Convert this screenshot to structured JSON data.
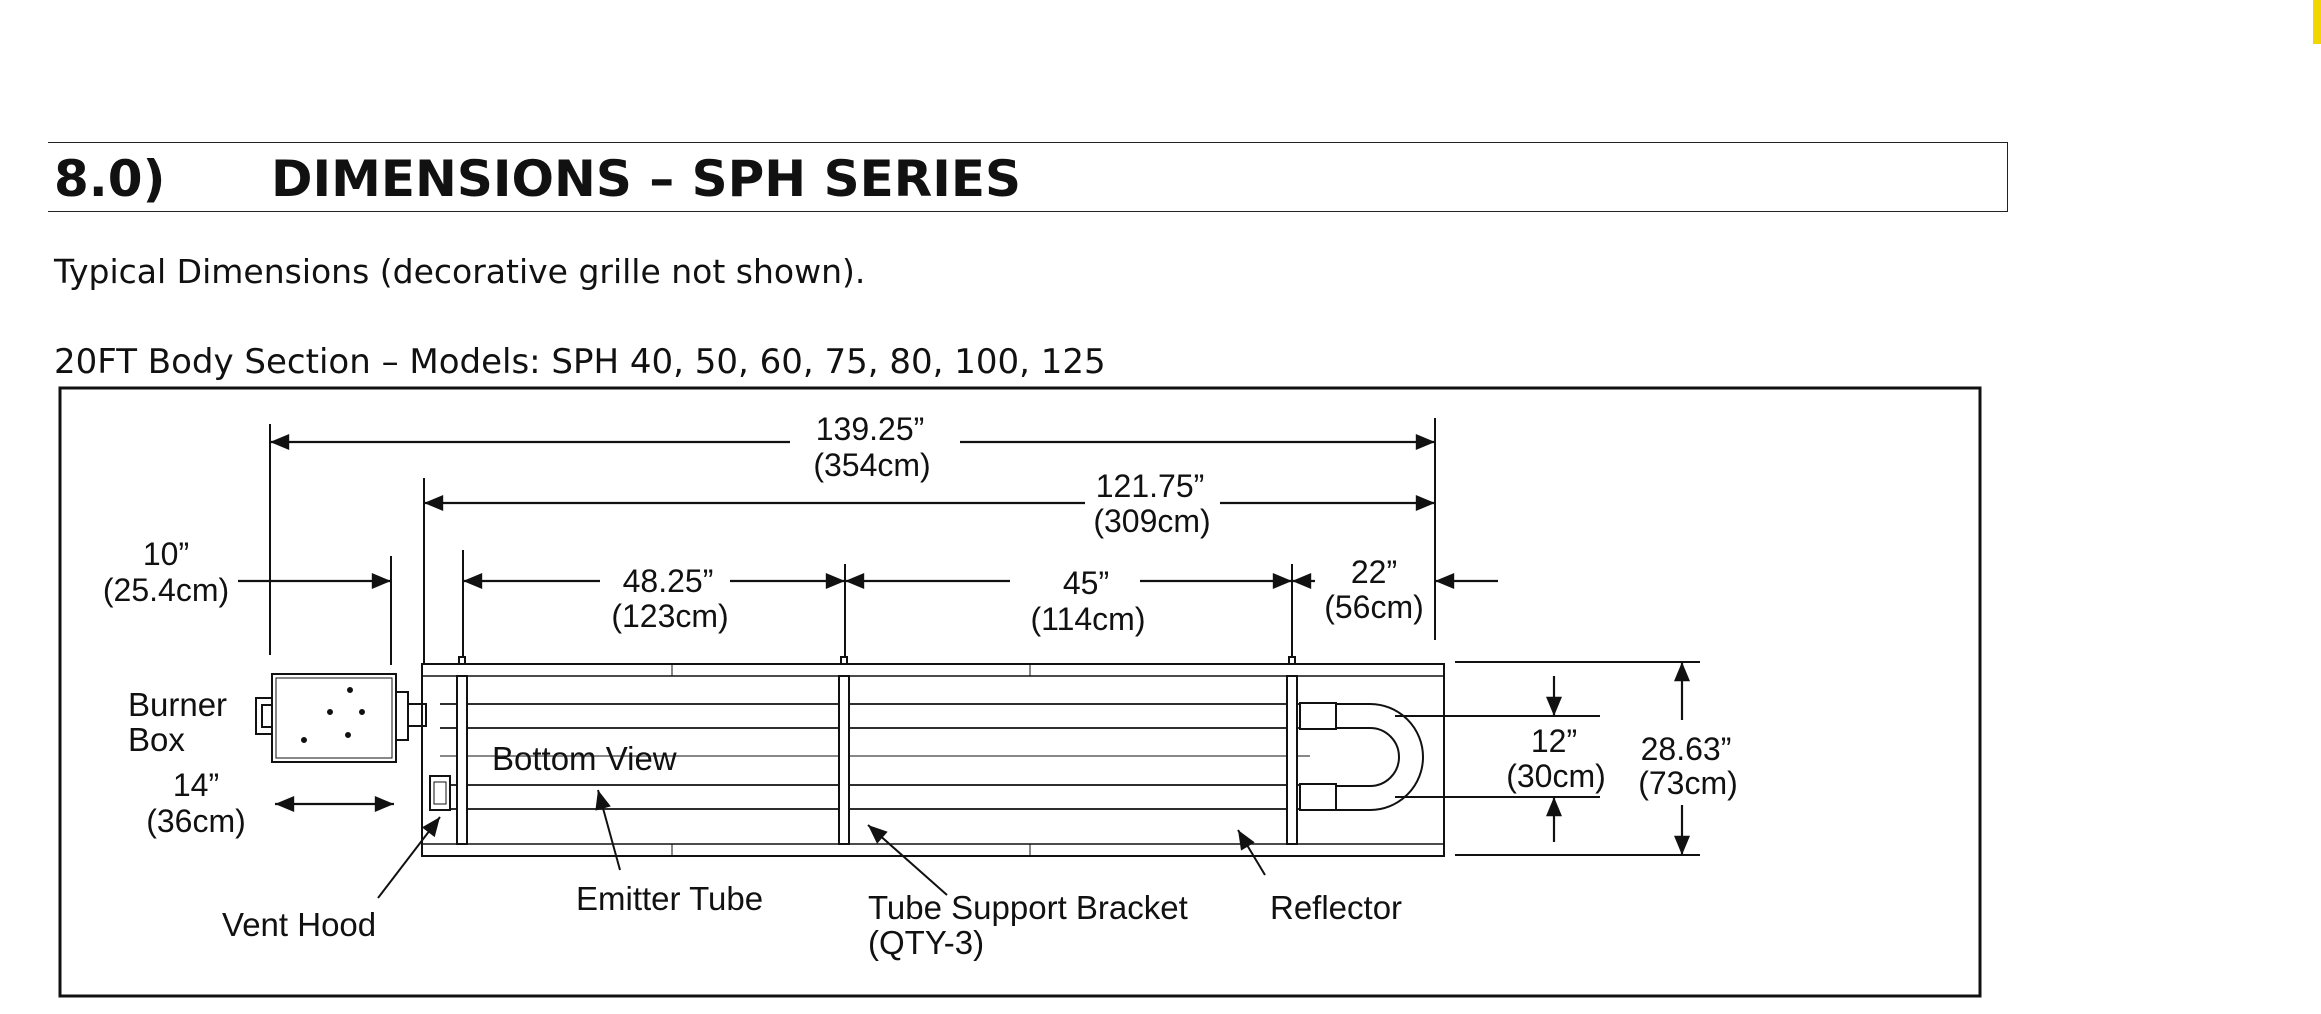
{
  "section": {
    "number": "8.0)",
    "title": "DIMENSIONS – SPH SERIES",
    "intro": "Typical Dimensions (decorative grille not shown).",
    "subheading": "20FT Body Section – Models: SPH 40, 50, 60, 75, 80, 100, 125"
  },
  "colors": {
    "accent": "#f2d600",
    "line": "#111111"
  },
  "dimensions": {
    "overall": {
      "in": "139.25”",
      "cm": "(354cm)"
    },
    "tube_length": {
      "in": "121.75”",
      "cm": "(309cm)"
    },
    "burner_offset": {
      "in": "10”",
      "cm": "(25.4cm)"
    },
    "first_span": {
      "in": "48.25”",
      "cm": "(123cm)"
    },
    "second_span": {
      "in": "45”",
      "cm": "(114cm)"
    },
    "end_span": {
      "in": "22”",
      "cm": "(56cm)"
    },
    "burner_width": {
      "in": "14”",
      "cm": "(36cm)"
    },
    "tube_spacing": {
      "in": "12”",
      "cm": "(30cm)"
    },
    "reflector_width": {
      "in": "28.63”",
      "cm": "(73cm)"
    }
  },
  "labels": {
    "burner_box_line1": "Burner",
    "burner_box_line2": "Box",
    "bottom_view": "Bottom View",
    "vent_hood": "Vent Hood",
    "emitter_tube": "Emitter Tube",
    "tube_support_bracket": "Tube Support Bracket",
    "tube_support_qty": "(QTY-3)",
    "reflector": "Reflector"
  }
}
